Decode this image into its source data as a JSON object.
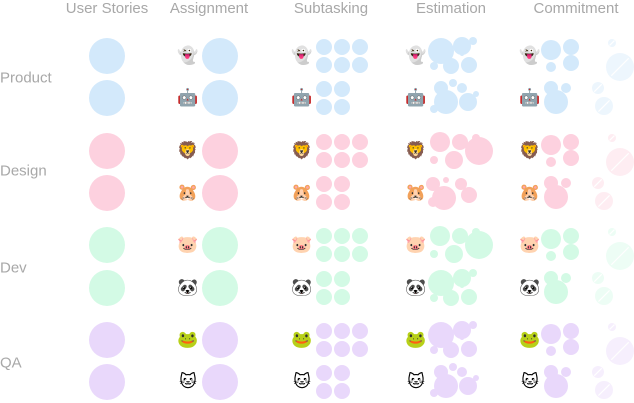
{
  "columns": [
    {
      "key": "stories",
      "label": "User Stories"
    },
    {
      "key": "assignment",
      "label": "Assignment"
    },
    {
      "key": "subtasking",
      "label": "Subtasking"
    },
    {
      "key": "estimation",
      "label": "Estimation"
    },
    {
      "key": "commitment",
      "label": "Commitment"
    }
  ],
  "teams": [
    {
      "name": "Product",
      "color": "#d3e9fb",
      "members": [
        {
          "avatar": "ghost-emoji",
          "glyph": "👻"
        },
        {
          "avatar": "robot-emoji",
          "glyph": "🤖"
        }
      ]
    },
    {
      "name": "Design",
      "color": "#fdd1df",
      "members": [
        {
          "avatar": "lion-emoji",
          "glyph": "🦁"
        },
        {
          "avatar": "hamster-emoji",
          "glyph": "🐹"
        }
      ]
    },
    {
      "name": "Dev",
      "color": "#d3fae5",
      "members": [
        {
          "avatar": "pig-emoji",
          "glyph": "🐷"
        },
        {
          "avatar": "panda-emoji",
          "glyph": "🐼"
        }
      ]
    },
    {
      "name": "QA",
      "color": "#e9d8fb",
      "members": [
        {
          "avatar": "frog-emoji",
          "glyph": "🐸"
        },
        {
          "avatar": "cat-emoji",
          "glyph": "🐱"
        }
      ]
    }
  ]
}
